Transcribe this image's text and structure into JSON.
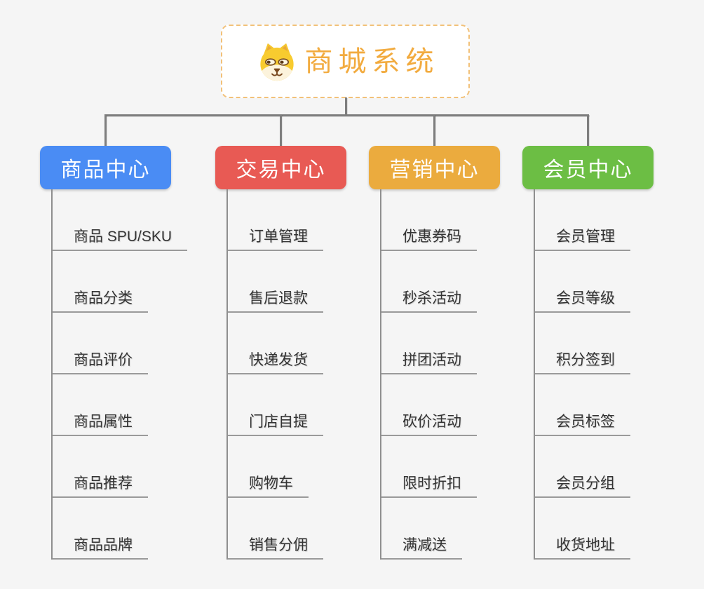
{
  "root": {
    "title": "商城系统",
    "icon": "doge-face-icon",
    "border_color": "#f2c179",
    "title_color": "#f2ab3f"
  },
  "connector_color": "#7e7e7e",
  "background_color": "#f5f5f5",
  "branches": [
    {
      "key": "product-center",
      "label": "商品中心",
      "color": "#4a8cf4",
      "children": [
        "商品 SPU/SKU",
        "商品分类",
        "商品评价",
        "商品属性",
        "商品推荐",
        "商品品牌"
      ]
    },
    {
      "key": "trade-center",
      "label": "交易中心",
      "color": "#e85a54",
      "children": [
        "订单管理",
        "售后退款",
        "快递发货",
        "门店自提",
        "购物车",
        "销售分佣"
      ]
    },
    {
      "key": "marketing-center",
      "label": "营销中心",
      "color": "#ebab3e",
      "children": [
        "优惠券码",
        "秒杀活动",
        "拼团活动",
        "砍价活动",
        "限时折扣",
        "满减送"
      ]
    },
    {
      "key": "member-center",
      "label": "会员中心",
      "color": "#6cbe44",
      "children": [
        "会员管理",
        "会员等级",
        "积分签到",
        "会员标签",
        "会员分组",
        "收货地址"
      ]
    }
  ]
}
